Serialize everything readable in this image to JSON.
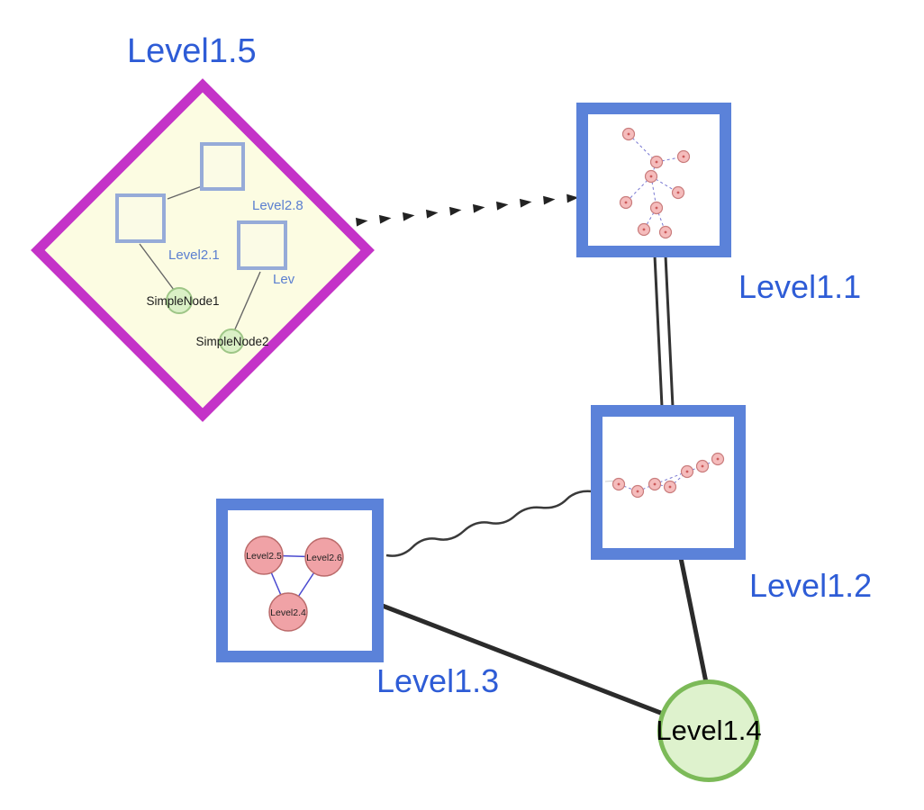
{
  "graph": {
    "nodes": [
      {
        "id": "Level1.5",
        "label": "Level1.5",
        "shape": "diamond-group",
        "children": [
          {
            "label": "Level2.8",
            "shape": "square"
          },
          {
            "label": "Level2.1",
            "shape": "square"
          },
          {
            "label": "Lev",
            "shape": "square"
          },
          {
            "label": "SimpleNode1",
            "shape": "circle"
          },
          {
            "label": "SimpleNode2",
            "shape": "circle"
          }
        ]
      },
      {
        "id": "Level1.1",
        "label": "Level1.1",
        "shape": "square-group"
      },
      {
        "id": "Level1.2",
        "label": "Level1.2",
        "shape": "square-group"
      },
      {
        "id": "Level1.3",
        "label": "Level1.3",
        "shape": "square-group",
        "children": [
          {
            "label": "Level2.5",
            "shape": "circle"
          },
          {
            "label": "Level2.6",
            "shape": "circle"
          },
          {
            "label": "Level2.4",
            "shape": "circle"
          }
        ]
      },
      {
        "id": "Level1.4",
        "label": "Level1.4",
        "shape": "circle"
      }
    ],
    "edges": [
      {
        "from": "Level1.5",
        "to": "Level1.1",
        "style": "dashed-arrow"
      },
      {
        "from": "Level1.1",
        "to": "Level1.2",
        "style": "double-line"
      },
      {
        "from": "Level1.3",
        "to": "Level1.2",
        "style": "wavy"
      },
      {
        "from": "Level1.3",
        "to": "Level1.4",
        "style": "solid"
      },
      {
        "from": "Level1.2",
        "to": "Level1.4",
        "style": "solid"
      }
    ]
  },
  "colors": {
    "label_blue": "#2e5cd6",
    "group_border_blue": "#5b82d9",
    "diamond_magenta": "#c433c8",
    "diamond_fill": "#fcfce2",
    "inner_square_border": "#96abd8",
    "green_fill": "#daf0c6",
    "green_border": "#86c35f",
    "pink_fill": "#f5bcbc",
    "pink_border": "#c97c7c",
    "edge_black": "#2e2e2e",
    "child_edge_blue": "#6a6ad2"
  }
}
